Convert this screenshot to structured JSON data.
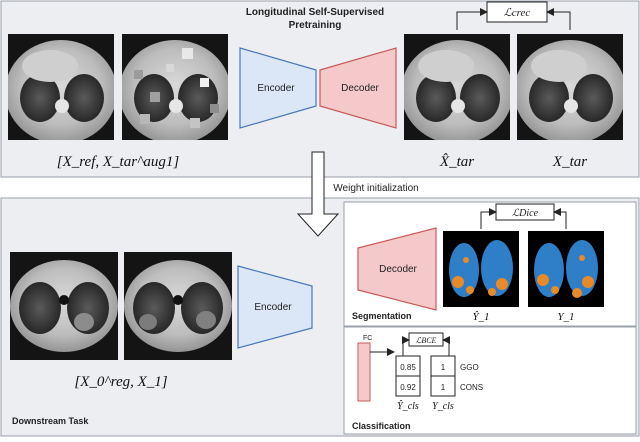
{
  "top_panel": {
    "title_line1": "Longitudinal Self-Supervised",
    "title_line2": "Pretraining",
    "encoder_label": "Encoder",
    "decoder_label": "Decoder",
    "loss_label": "ℒcrec",
    "input_caption": "[X_ref, X_tar^aug1]",
    "recon_caption": "X̂_tar",
    "target_caption": "X_tar"
  },
  "transfer": {
    "label": "Weight initialization"
  },
  "bottom_panel": {
    "title": "Downstream Task",
    "encoder_label": "Encoder",
    "input_caption": "[X_0^reg, X_1]"
  },
  "segmentation": {
    "title": "Segmentation",
    "decoder_label": "Decoder",
    "loss_label": "ℒDice",
    "pred_caption": "Ŷ_1",
    "gt_caption": "Y_1"
  },
  "classification": {
    "title": "Classification",
    "fc_label": "FC",
    "loss_label": "ℒBCE",
    "pred_values": [
      "0.85",
      "0.92"
    ],
    "gt_values": [
      "1",
      "1"
    ],
    "class_names": [
      "GGO",
      "CONS"
    ],
    "pred_caption": "Ŷ_cls",
    "gt_caption": "Y_cls"
  },
  "colors": {
    "panel_bg": "#eceef2",
    "encoder_fill": "#dbe7f7",
    "encoder_stroke": "#4a78b5",
    "decoder_fill": "#f5c9c9",
    "decoder_stroke": "#c85a5a",
    "lung_mask": "#2e7fc7",
    "lesion": "#e88a2a"
  }
}
